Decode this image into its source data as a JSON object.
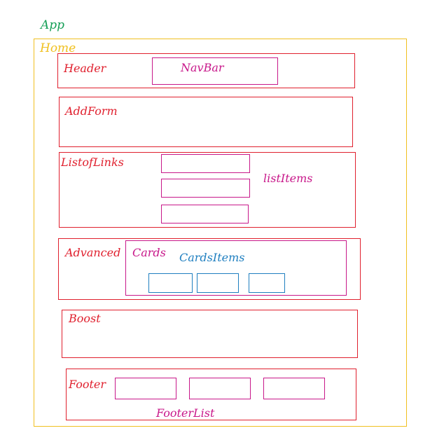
{
  "app": {
    "label": "App"
  },
  "home": {
    "label": "Home"
  },
  "header": {
    "label": "Header",
    "navbar_label": "NavBar"
  },
  "add_form": {
    "label": "AddForm"
  },
  "list_of_links": {
    "label": "ListofLinks",
    "items_label": "listItems",
    "item_count": 3
  },
  "advanced": {
    "label": "Advanced",
    "cards_label": "Cards",
    "cards_items_label": "CardsItems",
    "card_item_count": 3
  },
  "boost": {
    "label": "Boost"
  },
  "footer": {
    "label": "Footer",
    "list_label": "FooterList",
    "list_item_count": 3
  },
  "colors": {
    "app_label": "#18a058",
    "home": "#f0c020",
    "component": "#e0202e",
    "child": "#c8188a",
    "grandchild": "#1f7fc0"
  }
}
